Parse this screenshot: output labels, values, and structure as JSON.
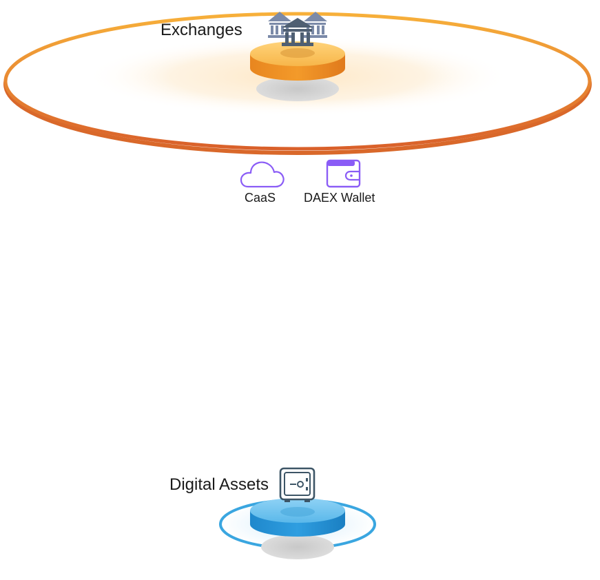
{
  "exchanges": {
    "label": "Exchanges",
    "icon": "bank-building-icon",
    "accent": "#f5a623",
    "ring_edge": "#d9682a"
  },
  "services": [
    {
      "label": "CaaS",
      "icon": "cloud-icon"
    },
    {
      "label": "DAEX Wallet",
      "icon": "wallet-icon"
    }
  ],
  "service_icon_color": "#8a5cf6",
  "digital_assets": {
    "label": "Digital Assets",
    "icon": "safe-icon",
    "accent": "#3aa6e0"
  }
}
